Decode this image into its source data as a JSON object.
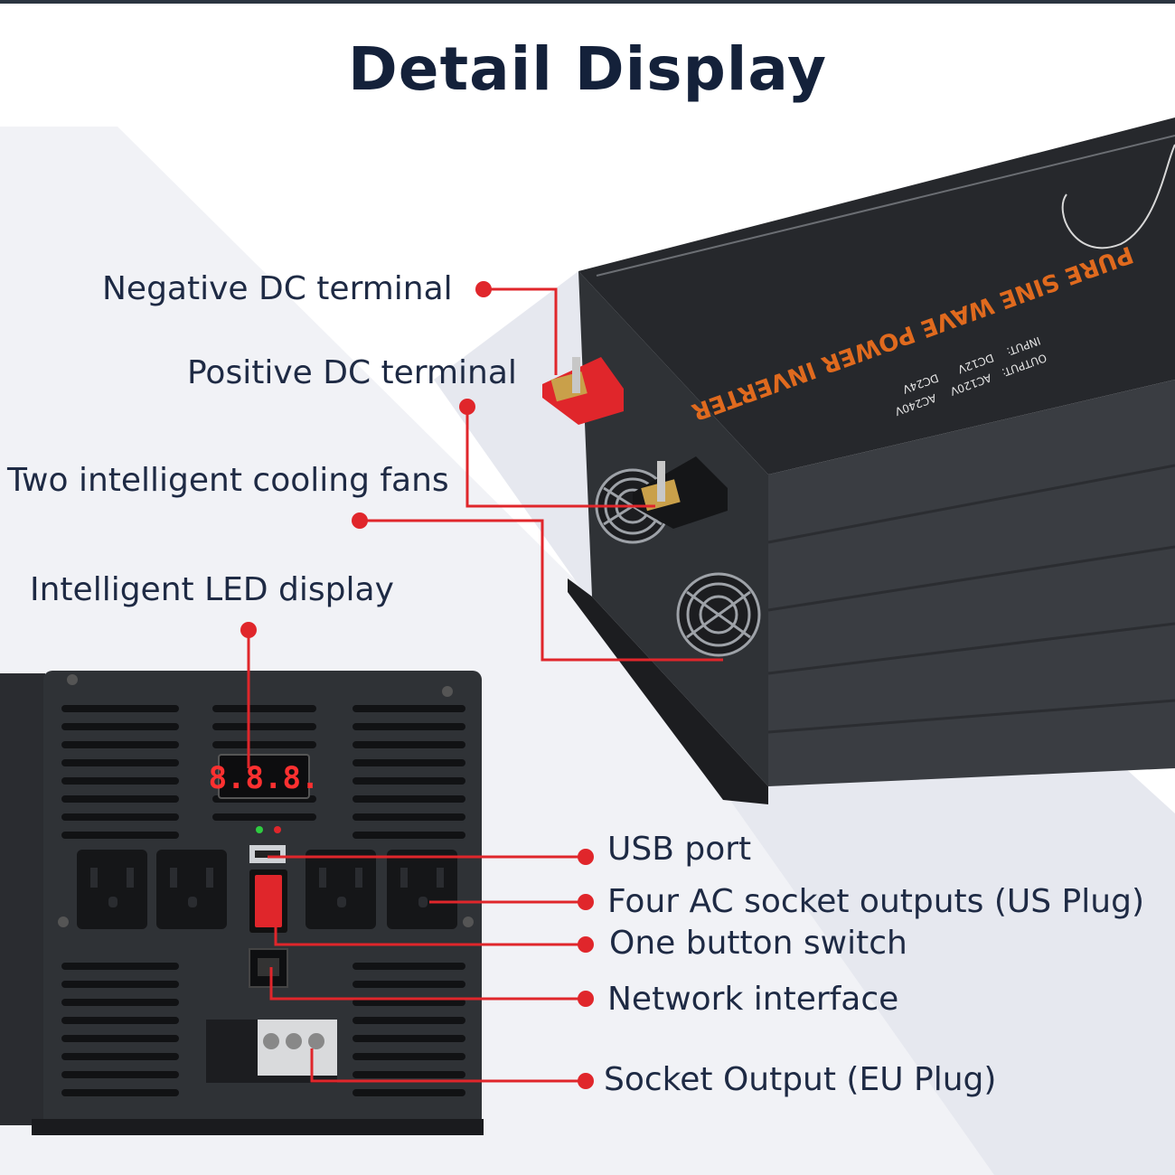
{
  "title": "Detail Display",
  "product": {
    "brand_text": "PURE SINE WAVE POWER INVERTER",
    "input_label": "INPUT:",
    "output_label": "OUTPUT:",
    "input_options": [
      "DC12V",
      "DC24V"
    ],
    "output_options": [
      "AC120V",
      "AC240V"
    ],
    "led_readout": "8.8.8."
  },
  "callouts": {
    "negative_dc": "Negative DC terminal",
    "positive_dc": "Positive DC terminal",
    "cooling_fans": "Two intelligent cooling fans",
    "led_display": "Intelligent LED display",
    "usb_port": "USB port",
    "ac_outputs": "Four AC socket outputs (US Plug)",
    "button_switch": "One button switch",
    "network": "Network interface",
    "eu_output": "Socket Output (EU Plug)"
  },
  "colors": {
    "accent": "#e0262b",
    "title": "#14213a",
    "body": "#2b2d31",
    "orange": "#e06a1e"
  }
}
